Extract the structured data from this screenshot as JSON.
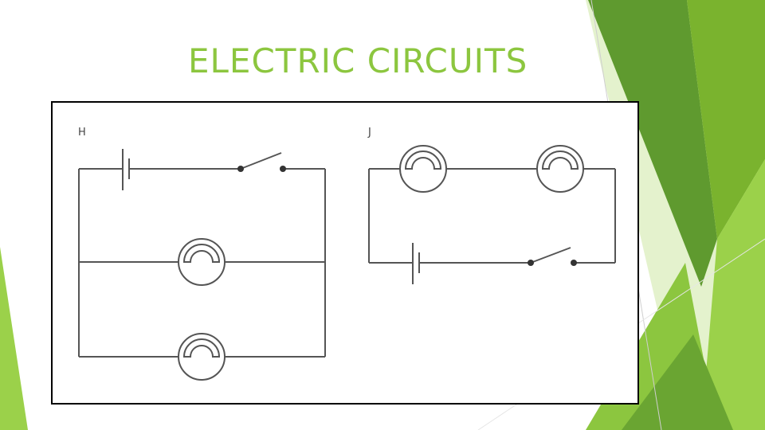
{
  "slide": {
    "title": "ELECTRIC CIRCUITS"
  },
  "circuits": [
    {
      "label": "H",
      "components": [
        "cell",
        "switch",
        "lamp",
        "lamp"
      ],
      "arrangement": "parallel lamps"
    },
    {
      "label": "J",
      "components": [
        "lamp",
        "lamp",
        "cell",
        "switch"
      ],
      "arrangement": "series lamps"
    }
  ],
  "colors": {
    "title": "#8cc63f",
    "accent_light": "#9bd14a",
    "accent_mid": "#7ab32e",
    "accent_dark": "#5f9a2f",
    "accent_pale": "#d9ecb8",
    "wire": "#555555"
  }
}
